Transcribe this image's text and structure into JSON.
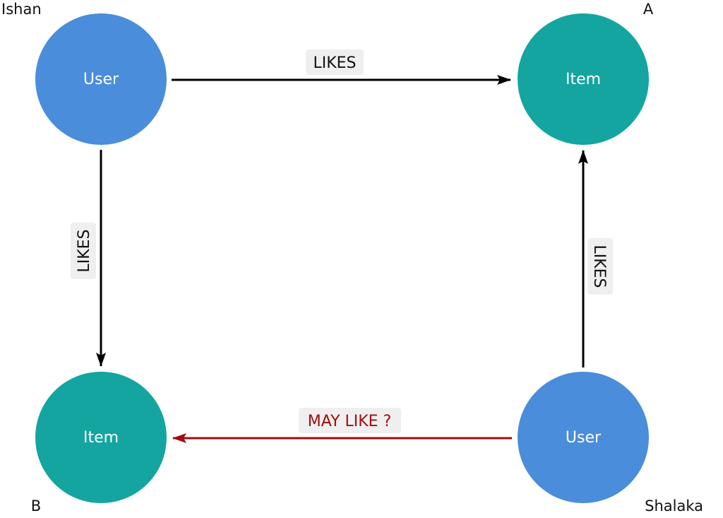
{
  "colors": {
    "user_node": "#4a8ddb",
    "item_node": "#14a5a0",
    "edge": "#000000",
    "predicted_edge": "#a00e0e",
    "label_bg": "#efefef"
  },
  "nodes": {
    "ishan": {
      "label": "User",
      "name": "Ishan"
    },
    "item_a": {
      "label": "Item",
      "name": "A"
    },
    "item_b": {
      "label": "Item",
      "name": "B"
    },
    "shalaka": {
      "label": "User",
      "name": "Shalaka"
    }
  },
  "edges": {
    "ishan_likes_a": {
      "label": "LIKES"
    },
    "ishan_likes_b": {
      "label": "LIKES"
    },
    "shalaka_likes_a": {
      "label": "LIKES"
    },
    "shalaka_may_like_b": {
      "label": "MAY LIKE ?"
    }
  }
}
